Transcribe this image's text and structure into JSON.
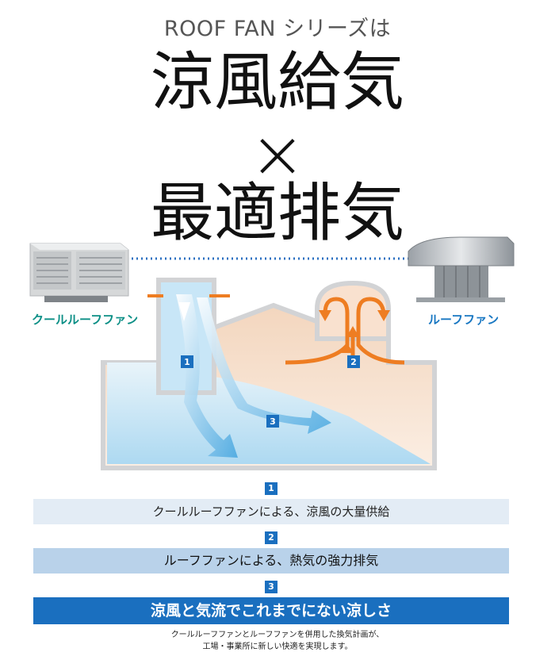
{
  "header": {
    "series": "ROOF FAN シリーズは",
    "title_line1": "涼風給気",
    "times": "×",
    "title_line2": "最適排気"
  },
  "products": {
    "cool_roof_fan": "クールルーフファン",
    "roof_fan": "ルーフファン"
  },
  "diagram": {
    "badges": [
      "1",
      "2",
      "3"
    ]
  },
  "steps": [
    {
      "num": "1",
      "text": "クールルーフファンによる、涼風の大量供給"
    },
    {
      "num": "2",
      "text": "ルーフファンによる、熱気の強力排気"
    },
    {
      "num": "3",
      "text": "涼風と気流でこれまでにない涼しさ"
    }
  ],
  "footer": {
    "line1": "クールルーフファンとルーフファンを併用した換気計画が、",
    "line2": "工場・事業所に新しい快適を実現します。"
  },
  "colors": {
    "accent_blue": "#1a6fbf",
    "cool_green": "#0c8f86",
    "roof_blue": "#1877c2",
    "hot_orange": "#ee7d22",
    "building_fill": "#f5dcc6"
  }
}
